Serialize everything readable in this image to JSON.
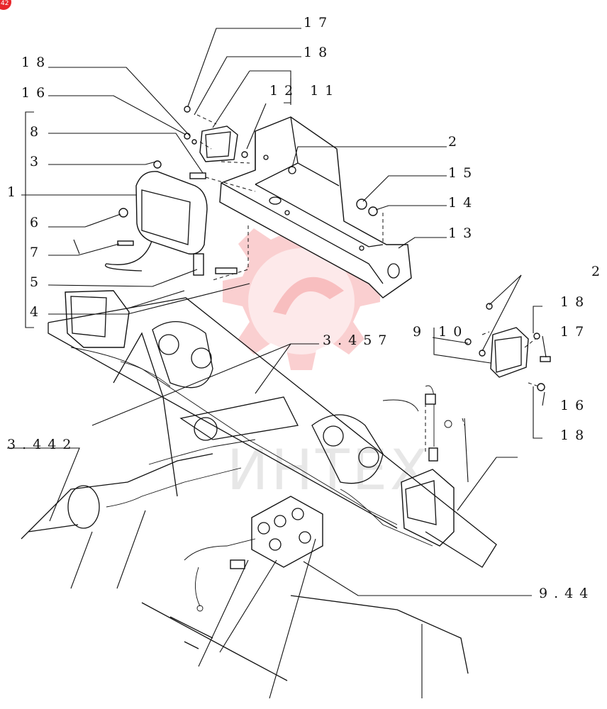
{
  "page_badge": "42",
  "watermark_text": "ИНТЕХ",
  "labels": {
    "l17a": "17",
    "l18a": "18",
    "l18b": "18",
    "l1211": "12 11",
    "l16a": "16",
    "l8": "8",
    "l2a": "2",
    "l3": "3",
    "l1": "1",
    "l15": "15",
    "l14": "14",
    "l6": "6",
    "l13": "13",
    "l7": "7",
    "l5": "5",
    "l4": "4",
    "l2b": "2",
    "l18c": "18",
    "l910": "9 10",
    "l17b": "17",
    "l3457": "3.457",
    "l16b": "16",
    "l18d": "18",
    "l3442": "3.442",
    "l944": "9.44"
  }
}
